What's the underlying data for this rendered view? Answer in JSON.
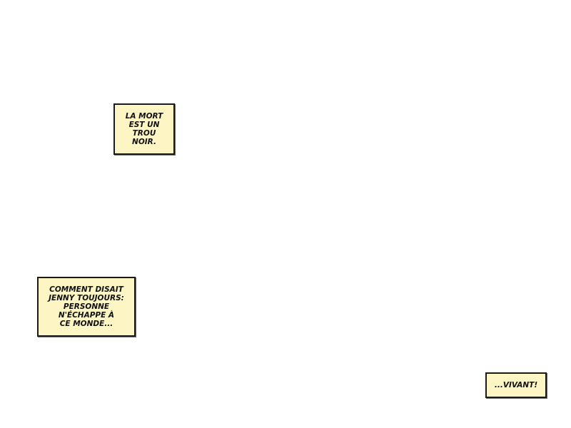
{
  "captions": [
    {
      "text": "La mort\nest un\ntrou\nnoir."
    },
    {
      "text": "Comment disait\nJenny toujours:\npersonne\nn'échappe à\nce monde..."
    },
    {
      "text": "...vivant!"
    }
  ],
  "colors": {
    "caption_bg": "#fdf6c4",
    "border": "#1a1a1a",
    "page_bg": "#ffffff"
  }
}
